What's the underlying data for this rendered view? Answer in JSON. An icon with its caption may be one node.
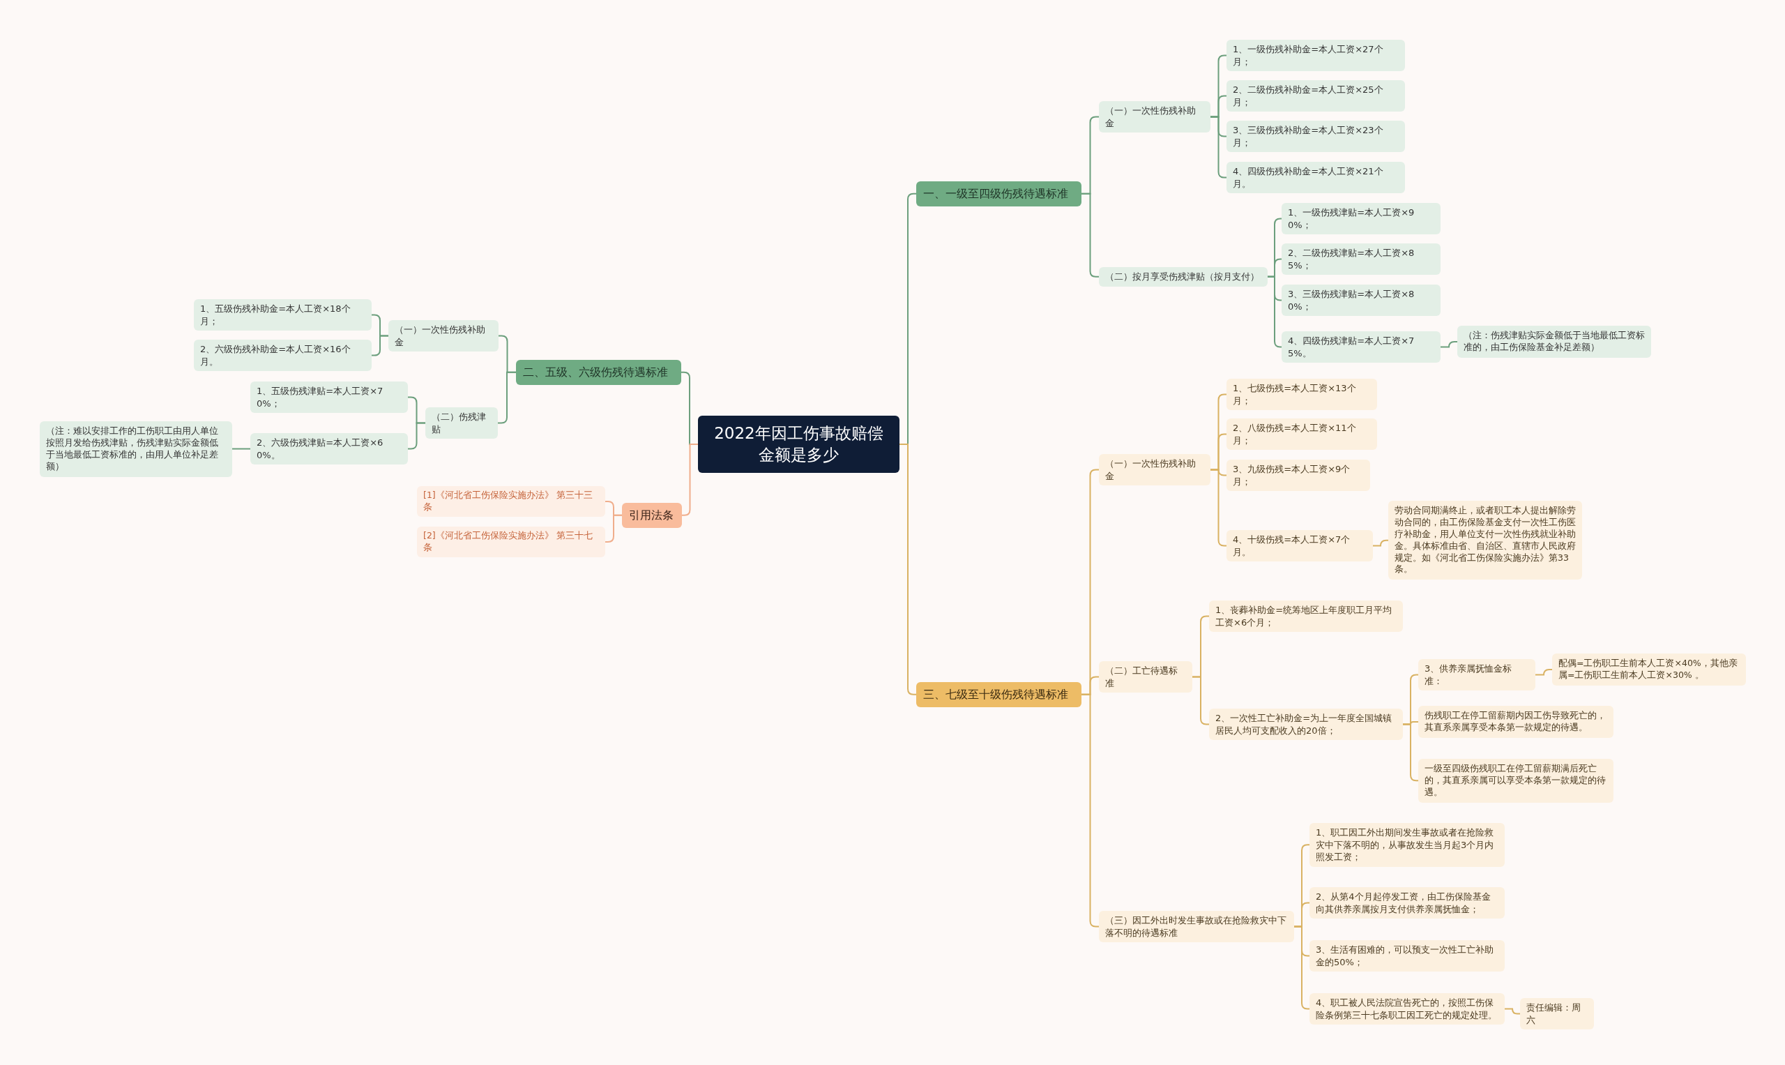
{
  "diagram": {
    "nodes": [
      {
        "text": [
          "2022年因工伤事故赔偿金额是多少"
        ]
      },
      {
        "text": [
          "一、一级至四级伤残待遇标准"
        ]
      },
      {
        "text": [
          "（一）一次性伤残补助金"
        ]
      },
      {
        "text": [
          "1、一级伤残补助金=本人工资×27个月；"
        ]
      },
      {
        "text": [
          "2、二级伤残补助金=本人工资×25个月；"
        ]
      },
      {
        "text": [
          "3、三级伤残补助金=本人工资×23个月；"
        ]
      },
      {
        "text": [
          "4、四级伤残补助金=本人工资×21个月。"
        ]
      },
      {
        "text": [
          "（二）按月享受伤残津贴（按月支付）"
        ]
      },
      {
        "text": [
          "1、一级伤残津贴=本人工资×90%；"
        ]
      },
      {
        "text": [
          "2、二级伤残津贴=本人工资×85%；"
        ]
      },
      {
        "text": [
          "3、三级伤残津贴=本人工资×80%；"
        ]
      },
      {
        "text": [
          "4、四级伤残津贴=本人工资×75%。"
        ]
      },
      {
        "text": [
          "（注：伤残津贴实际金额低于当地最低工资标准的，由工伤保险基金补足差额）"
        ]
      },
      {
        "text": [
          "二、五级、六级伤残待遇标准"
        ]
      },
      {
        "text": [
          "（一）一次性伤残补助金"
        ]
      },
      {
        "text": [
          "1、五级伤残补助金=本人工资×18个月；"
        ]
      },
      {
        "text": [
          "2、六级伤残补助金=本人工资×16个月。"
        ]
      },
      {
        "text": [
          "（二）伤残津贴"
        ]
      },
      {
        "text": [
          "1、五级伤残津贴=本人工资×70%；"
        ]
      },
      {
        "text": [
          "2、六级伤残津贴=本人工资×60%。"
        ]
      },
      {
        "text": [
          "（注：难以安排工作的工伤职工由用人单位按照月发给伤残津贴，伤残津贴实际金额低于当地最低工资标准的，由用人单位补足差额）"
        ]
      },
      {
        "text": [
          "引用法条"
        ]
      },
      {
        "text": [
          "[1]《河北省工伤保险实施办法》 第三十三条"
        ]
      },
      {
        "text": [
          "[2]《河北省工伤保险实施办法》 第三十七条"
        ]
      },
      {
        "text": [
          "三、七级至十级伤残待遇标准"
        ]
      },
      {
        "text": [
          "（一）一次性伤残补助金"
        ]
      },
      {
        "text": [
          "1、七级伤残=本人工资×13个月；"
        ]
      },
      {
        "text": [
          "2、八级伤残=本人工资×11个月；"
        ]
      },
      {
        "text": [
          "3、九级伤残=本人工资×9个月；"
        ]
      },
      {
        "text": [
          "4、十级伤残=本人工资×7个月。"
        ]
      },
      {
        "text": [
          "劳动合同期满终止，或者职工本人提出解除劳动合同的，由工伤保险基金支付一次性工伤医疗补助金，用人单位支付一次性伤残就业补助金。具体标准由省、自治区、直辖市人民政府规定。如《河北省工伤保险实施办法》第33条。"
        ]
      },
      {
        "text": [
          "（二）工亡待遇标准"
        ]
      },
      {
        "text": [
          "1、丧葬补助金=统筹地区上年度职工月平均工资×6个月；"
        ]
      },
      {
        "text": [
          "2、一次性工亡补助金=为上一年度全国城镇居民人均可支配收入的20倍；"
        ]
      },
      {
        "text": [
          "3、供养亲属抚恤金标准："
        ]
      },
      {
        "text": [
          "配偶=工伤职工生前本人工资×40%，其他亲属=工伤职工生前本人工资×30% 。"
        ]
      },
      {
        "text": [
          "伤残职工在停工留薪期内因工伤导致死亡的，其直系亲属享受本条第一款规定的待遇。"
        ]
      },
      {
        "text": [
          "一级至四级伤残职工在停工留薪期满后死亡的，其直系亲属可以享受本条第一款规定的待遇。"
        ]
      },
      {
        "text": [
          "（三）因工外出时发生事故或在抢险救灾中下落不明的待遇标准"
        ]
      },
      {
        "text": [
          "1、职工因工外出期间发生事故或者在抢险救灾中下落不明的，从事故发生当月起3个月内照发工资；"
        ]
      },
      {
        "text": [
          "2、从第4个月起停发工资，由工伤保险基金向其供养亲属按月支付供养亲属抚恤金；"
        ]
      },
      {
        "text": [
          "3、生活有困难的，可以预支一次性工亡补助金的50%；"
        ]
      },
      {
        "text": [
          "4、职工被人民法院宣告死亡的，按照工伤保险条例第三十七条职工因工死亡的规定处理。"
        ]
      },
      {
        "text": [
          "责任编辑：周六"
        ]
      }
    ],
    "edges": [
      {
        "from": 0,
        "to": 1,
        "arrow": "none"
      },
      {
        "from": 1,
        "to": 2,
        "arrow": "none"
      },
      {
        "from": 2,
        "to": 3,
        "arrow": "none"
      },
      {
        "from": 2,
        "to": 4,
        "arrow": "none"
      },
      {
        "from": 2,
        "to": 5,
        "arrow": "none"
      },
      {
        "from": 2,
        "to": 6,
        "arrow": "none"
      },
      {
        "from": 1,
        "to": 7,
        "arrow": "none"
      },
      {
        "from": 7,
        "to": 8,
        "arrow": "none"
      },
      {
        "from": 7,
        "to": 9,
        "arrow": "none"
      },
      {
        "from": 7,
        "to": 10,
        "arrow": "none"
      },
      {
        "from": 7,
        "to": 11,
        "arrow": "none"
      },
      {
        "from": 11,
        "to": 12,
        "arrow": "none"
      },
      {
        "from": 0,
        "to": 13,
        "arrow": "none"
      },
      {
        "from": 13,
        "to": 14,
        "arrow": "none"
      },
      {
        "from": 14,
        "to": 15,
        "arrow": "none"
      },
      {
        "from": 14,
        "to": 16,
        "arrow": "none"
      },
      {
        "from": 13,
        "to": 17,
        "arrow": "none"
      },
      {
        "from": 17,
        "to": 18,
        "arrow": "none"
      },
      {
        "from": 17,
        "to": 19,
        "arrow": "none"
      },
      {
        "from": 19,
        "to": 20,
        "arrow": "none"
      },
      {
        "from": 0,
        "to": 21,
        "arrow": "none",
        "color": "#f0ae8c"
      },
      {
        "from": 21,
        "to": 22,
        "arrow": "none",
        "color": "#f0ae8c"
      },
      {
        "from": 21,
        "to": 23,
        "arrow": "none",
        "color": "#f0ae8c"
      },
      {
        "from": 0,
        "to": 24,
        "arrow": "none",
        "color": "#d9b263"
      },
      {
        "from": 24,
        "to": 25,
        "arrow": "none",
        "color": "#d9b263"
      },
      {
        "from": 25,
        "to": 26,
        "arrow": "none",
        "color": "#d9b263"
      },
      {
        "from": 25,
        "to": 27,
        "arrow": "none",
        "color": "#d9b263"
      },
      {
        "from": 25,
        "to": 28,
        "arrow": "none",
        "color": "#d9b263"
      },
      {
        "from": 25,
        "to": 29,
        "arrow": "none",
        "color": "#d9b263"
      },
      {
        "from": 29,
        "to": 30,
        "arrow": "none",
        "color": "#d9b263"
      },
      {
        "from": 24,
        "to": 31,
        "arrow": "none",
        "color": "#d9b263"
      },
      {
        "from": 31,
        "to": 32,
        "arrow": "none",
        "color": "#d9b263"
      },
      {
        "from": 31,
        "to": 33,
        "arrow": "none",
        "color": "#d9b263"
      },
      {
        "from": 33,
        "to": 34,
        "arrow": "none",
        "color": "#d9b263"
      },
      {
        "from": 34,
        "to": 35,
        "arrow": "none",
        "color": "#d9b263"
      },
      {
        "from": 33,
        "to": 36,
        "arrow": "none",
        "color": "#d9b263"
      },
      {
        "from": 33,
        "to": 37,
        "arrow": "none",
        "color": "#d9b263"
      },
      {
        "from": 24,
        "to": 38,
        "arrow": "none",
        "color": "#d9b263"
      },
      {
        "from": 38,
        "to": 39,
        "arrow": "none",
        "color": "#d9b263"
      },
      {
        "from": 38,
        "to": 40,
        "arrow": "none",
        "color": "#d9b263"
      },
      {
        "from": 38,
        "to": 41,
        "arrow": "none",
        "color": "#d9b263"
      },
      {
        "from": 38,
        "to": 42,
        "arrow": "none",
        "color": "#d9b263"
      },
      {
        "from": 42,
        "to": 43,
        "arrow": "none",
        "color": "#d9b263"
      }
    ]
  }
}
